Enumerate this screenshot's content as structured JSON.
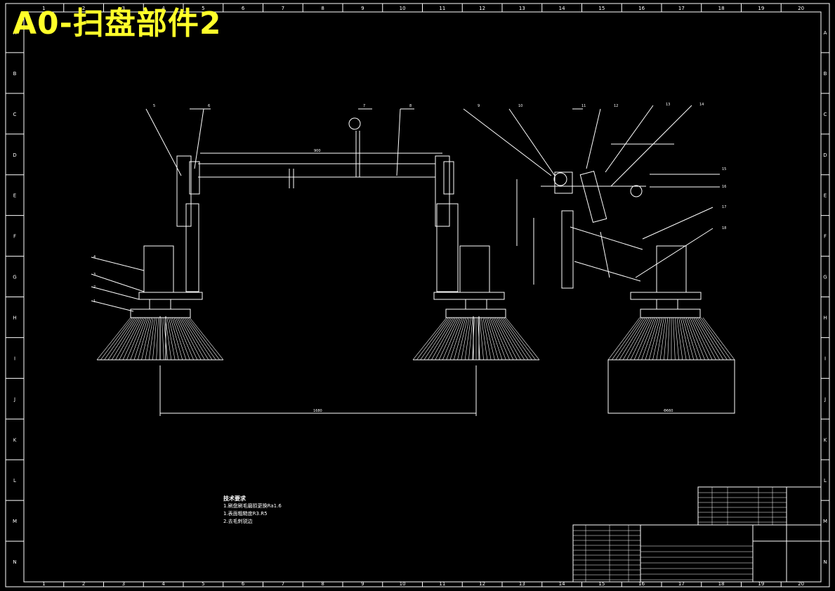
{
  "drawing_title": "A0-扫盘部件2",
  "column_labels": [
    "1",
    "2",
    "3",
    "4",
    "5",
    "6",
    "7",
    "8",
    "9",
    "10",
    "11",
    "12",
    "13",
    "14",
    "15",
    "16",
    "17",
    "18",
    "19",
    "20"
  ],
  "row_labels": [
    "A",
    "B",
    "C",
    "D",
    "E",
    "F",
    "G",
    "H",
    "I",
    "J",
    "K",
    "L",
    "M",
    "N"
  ],
  "tech_requirements": {
    "heading": "技术要求",
    "items": [
      "1.刷盘刷毛磨损更换Ra1.6",
      "1.表面粗糙度R3.R5",
      "2.去毛刺锐边"
    ]
  },
  "dimensions": {
    "top_span": "900",
    "bottom_span_left": "1680",
    "bottom_span_right": "Φ660"
  },
  "balloon_labels": {
    "left_view": [
      "1",
      "2",
      "3",
      "4",
      "5",
      "6",
      "7",
      "8"
    ],
    "right_view": [
      "9",
      "10",
      "11",
      "12",
      "13",
      "14",
      "15",
      "16",
      "17",
      "18"
    ]
  },
  "colors": {
    "background": "#000000",
    "lines": "#ffffff",
    "title": "#ffff2a"
  }
}
